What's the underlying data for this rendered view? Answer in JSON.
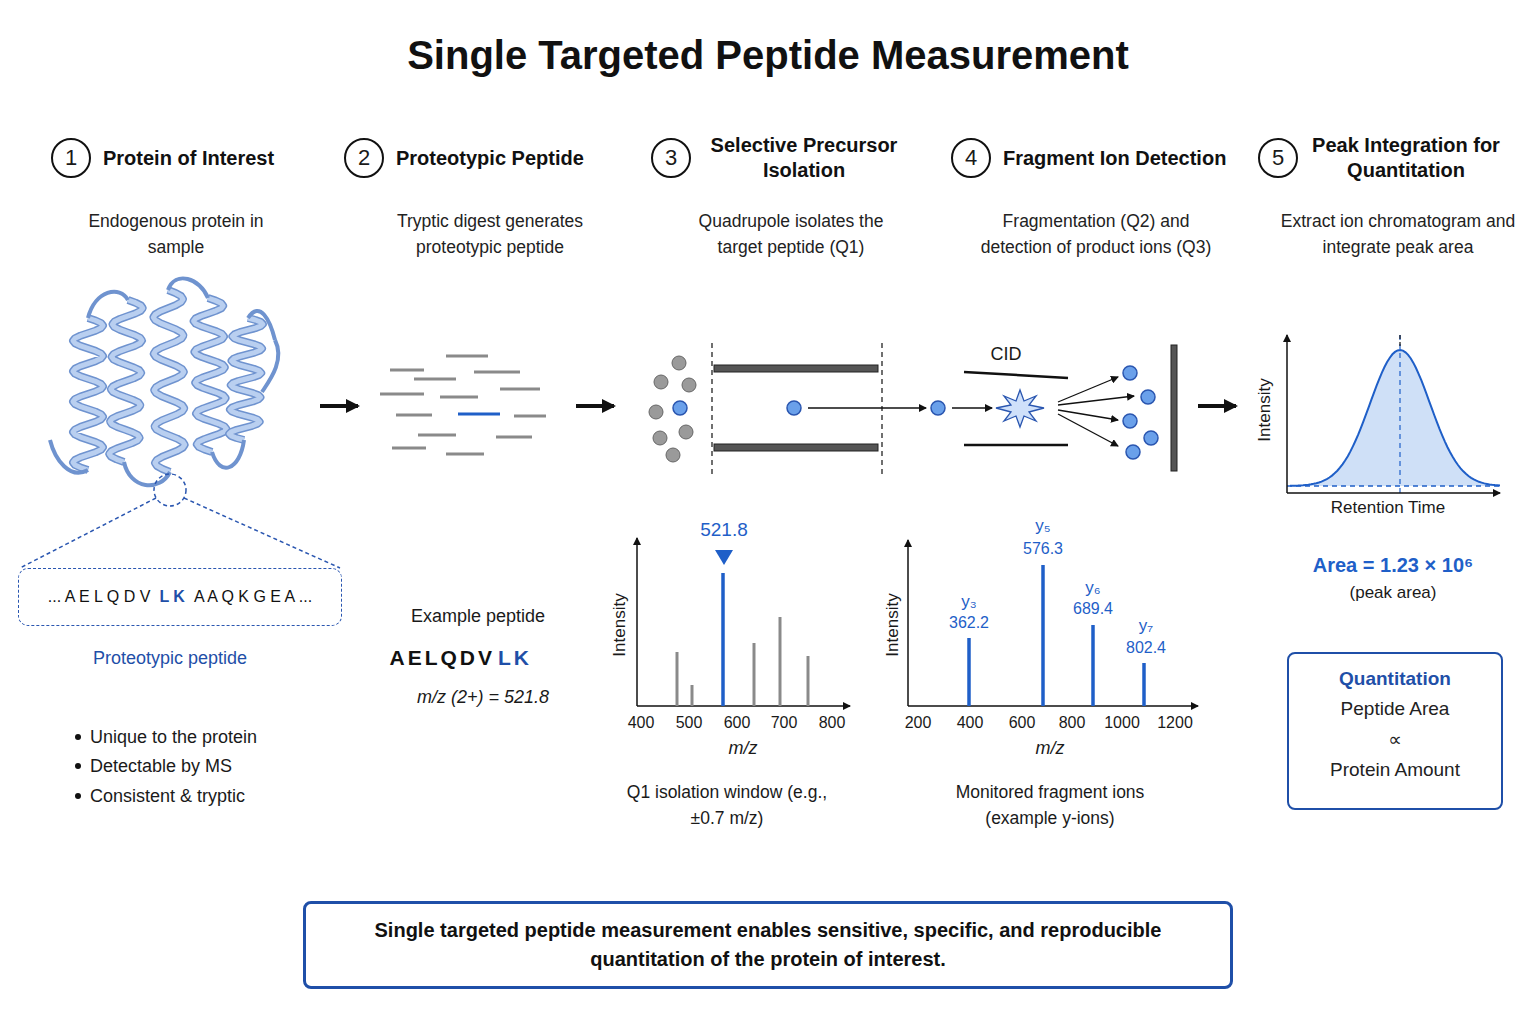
{
  "diagram": {
    "title": "Single Targeted Peptide Measurement",
    "caption": "Single targeted peptide measurement enables sensitive, specific, and reproducible quantitation of the protein of interest.",
    "nodes": [
      {
        "text": [
          "1",
          "Protein of Interest",
          "Endogenous protein in sample"
        ]
      },
      {
        "text": [
          "2",
          "Proteotypic Peptide",
          "Tryptic digest generates proteotypic peptide"
        ]
      },
      {
        "text": [
          "3",
          "Selective Precursor Isolation",
          "Quadrupole isolates the target peptide (Q1)"
        ]
      },
      {
        "text": [
          "4",
          "Fragment Ion Detection",
          "Fragmentation (Q2) and detection of product ions (Q3)"
        ]
      },
      {
        "text": [
          "5",
          "Peak Integration for Quantitation",
          "Extract ion chromatogram and integrate peak area"
        ]
      },
      {
        "text": [
          "... A E L Q D V",
          "L K",
          "A A Q K G E A ..."
        ]
      },
      {
        "text": [
          "Quantitation",
          "Peptide Area",
          "∝",
          "Protein Amount"
        ]
      }
    ],
    "labels": [
      "Proteotypic peptide",
      "Unique to the protein",
      "Detectable by MS",
      "Consistent & tryptic",
      "Example peptide",
      "AELQDV",
      "LK",
      "m/z (2+) = 521.8",
      "521.8",
      "400",
      "500",
      "600",
      "700",
      "800",
      "Intensity",
      "m/z",
      "Q1 isolation window (e.g., ±0.7 m/z)",
      "CID",
      "y₃",
      "362.2",
      "y₅",
      "576.3",
      "y₆",
      "689.4",
      "y₇",
      "802.4",
      "200",
      "400",
      "600",
      "800",
      "1000",
      "1200",
      "Intensity",
      "m/z",
      "Monitored fragment ions (example y-ions)",
      "Intensity",
      "Retention Time",
      "Area = 1.23 × 10⁶",
      "(peak area)"
    ]
  }
}
